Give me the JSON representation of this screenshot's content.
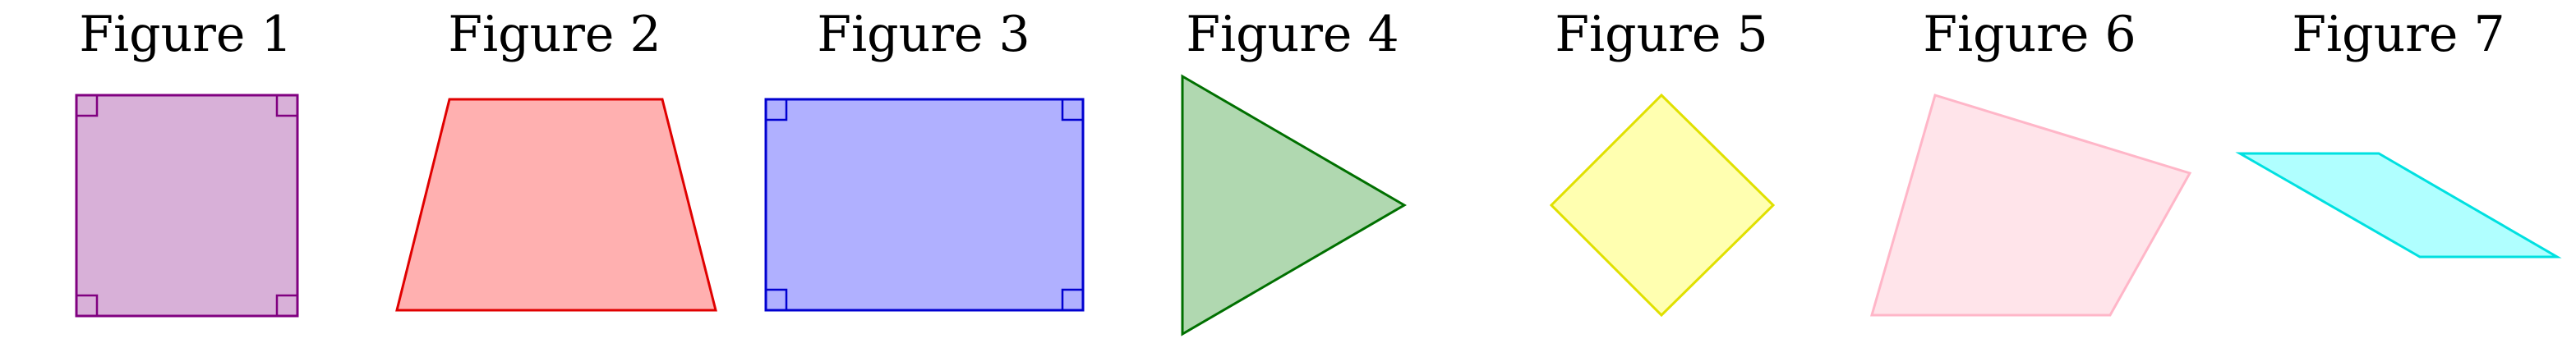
{
  "figures": [
    {
      "label": "Figure 1",
      "shape": "square",
      "stroke_color": "#800080",
      "fill_color": "#d8b0d8",
      "right_angle_markers": 4
    },
    {
      "label": "Figure 2",
      "shape": "trapezoid",
      "stroke_color": "#e00000",
      "fill_color": "#ffb0b0"
    },
    {
      "label": "Figure 3",
      "shape": "rectangle",
      "stroke_color": "#0000d0",
      "fill_color": "#b0b0ff",
      "right_angle_markers": 4
    },
    {
      "label": "Figure 4",
      "shape": "triangle",
      "stroke_color": "#007000",
      "fill_color": "#b0d8b0"
    },
    {
      "label": "Figure 5",
      "shape": "rhombus",
      "stroke_color": "#e0e000",
      "fill_color": "#ffffb0"
    },
    {
      "label": "Figure 6",
      "shape": "quadrilateral",
      "stroke_color": "#ffb6c8",
      "fill_color": "#ffe4ea"
    },
    {
      "label": "Figure 7",
      "shape": "parallelogram",
      "stroke_color": "#00e0e0",
      "fill_color": "#b0ffff"
    }
  ]
}
